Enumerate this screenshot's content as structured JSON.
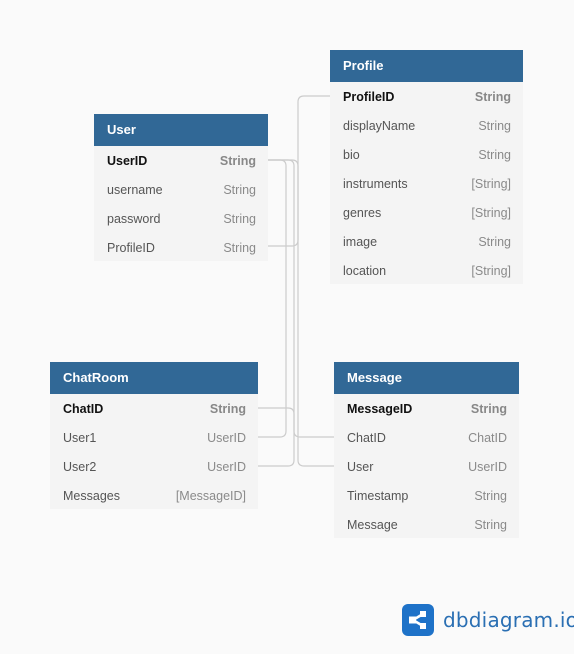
{
  "tables": [
    {
      "name": "User",
      "fields": [
        {
          "name": "UserID",
          "type": "String",
          "pk": true
        },
        {
          "name": "username",
          "type": "String"
        },
        {
          "name": "password",
          "type": "String"
        },
        {
          "name": "ProfileID",
          "type": "String"
        }
      ]
    },
    {
      "name": "Profile",
      "fields": [
        {
          "name": "ProfileID",
          "type": "String",
          "pk": true
        },
        {
          "name": "displayName",
          "type": "String"
        },
        {
          "name": "bio",
          "type": "String"
        },
        {
          "name": "instruments",
          "type": "[String]"
        },
        {
          "name": "genres",
          "type": "[String]"
        },
        {
          "name": "image",
          "type": "String"
        },
        {
          "name": "location",
          "type": "[String]"
        }
      ]
    },
    {
      "name": "ChatRoom",
      "fields": [
        {
          "name": "ChatID",
          "type": "String",
          "pk": true
        },
        {
          "name": "User1",
          "type": "UserID"
        },
        {
          "name": "User2",
          "type": "UserID"
        },
        {
          "name": "Messages",
          "type": "[MessageID]"
        }
      ]
    },
    {
      "name": "Message",
      "fields": [
        {
          "name": "MessageID",
          "type": "String",
          "pk": true
        },
        {
          "name": "ChatID",
          "type": "ChatID"
        },
        {
          "name": "User",
          "type": "UserID"
        },
        {
          "name": "Timestamp",
          "type": "String"
        },
        {
          "name": "Message",
          "type": "String"
        }
      ]
    }
  ],
  "brand": {
    "name": "dbdiagram",
    "tld": ".io",
    "icon": "share-nodes-icon"
  },
  "colors": {
    "header": "#316896",
    "link": "#c8c8c8",
    "brand": "#1e72c8"
  }
}
